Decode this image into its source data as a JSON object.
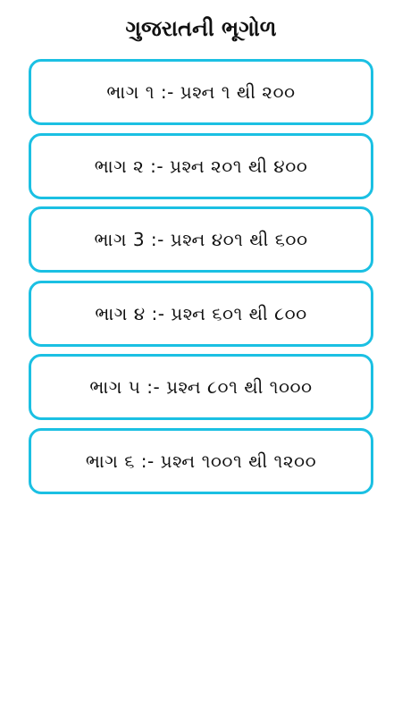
{
  "header": {
    "title": "ગુજરાતની ભૂગોળ"
  },
  "parts": [
    {
      "label": "ભાગ ૧ :- પ્રશ્ન ૧ થી ૨૦૦"
    },
    {
      "label": "ભાગ ૨ :- પ્રશ્ન ૨૦૧ થી ૪૦૦"
    },
    {
      "label": "ભાગ 3 :- પ્રશ્ન ૪૦૧ થી ૬૦૦"
    },
    {
      "label": "ભાગ ૪ :- પ્રશ્ન ૬૦૧ થી ૮૦૦"
    },
    {
      "label": "ભાગ ૫ :- પ્રશ્ન ૮૦૧ થી ૧૦૦૦"
    },
    {
      "label": "ભાગ ૬ :- પ્રશ્ન ૧૦૦૧ થી ૧૨૦૦"
    }
  ],
  "colors": {
    "accent_border": "#1bc0e3",
    "background": "#ffffff",
    "text": "#111111"
  }
}
